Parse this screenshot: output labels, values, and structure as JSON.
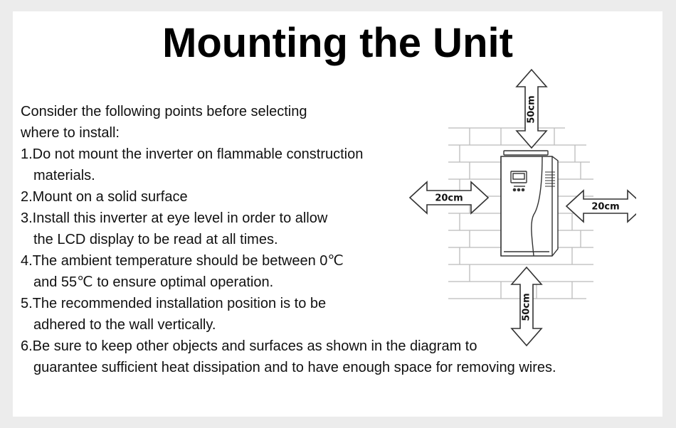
{
  "title": "Mounting the Unit",
  "intro": [
    "Consider the following points before selecting",
    "where to install:"
  ],
  "points": [
    {
      "lines": [
        "1.Do not mount the inverter on flammable construction",
        "materials."
      ]
    },
    {
      "lines": [
        "2.Mount on a solid surface"
      ]
    },
    {
      "lines": [
        "3.Install this inverter at eye level in order to allow",
        "the LCD display to be read at all times."
      ]
    },
    {
      "lines": [
        "4.The ambient temperature should be between 0℃",
        "and 55℃ to ensure optimal operation."
      ]
    },
    {
      "lines": [
        "5.The recommended installation position is to be",
        "adhered to the wall vertically."
      ]
    },
    {
      "lines": [
        "6.Be sure to keep other objects and surfaces as shown in the diagram to",
        "guarantee sufficient heat dissipation and to have enough space for removing wires."
      ]
    }
  ],
  "diagram": {
    "clearance_top": "50cm",
    "clearance_bottom": "50cm",
    "clearance_left": "20cm",
    "clearance_right": "20cm",
    "icons": [
      "brick-wall-icon",
      "inverter-unit-icon",
      "double-arrow-icon"
    ]
  },
  "colors": {
    "background": "#ececec",
    "card": "#ffffff",
    "text": "#111111",
    "line": "#333333",
    "wall": "#bbbbbb"
  }
}
